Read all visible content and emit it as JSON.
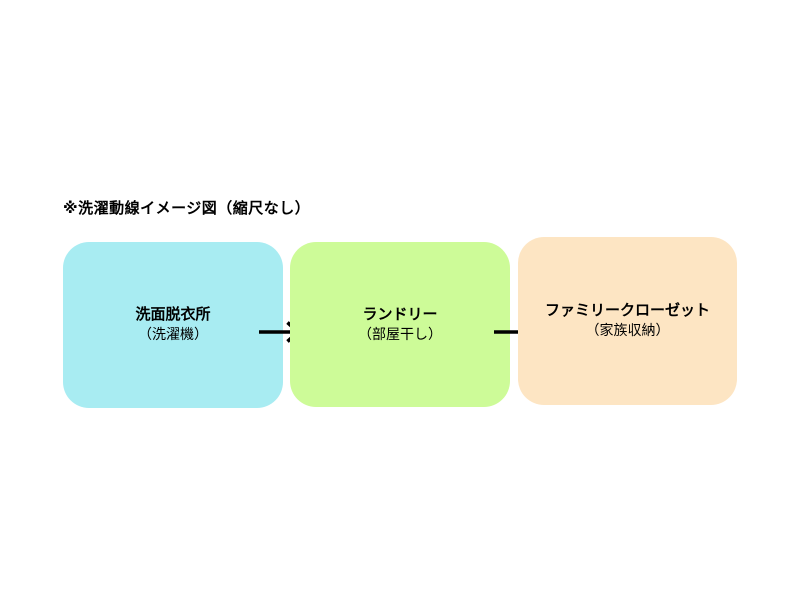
{
  "title": "※洗濯動線イメージ図（縮尺なし）",
  "colors": {
    "background": "#ffffff",
    "text": "#000000",
    "arrow": "#000000"
  },
  "diagram": {
    "nodes": [
      {
        "label": "洗面脱衣所",
        "sublabel": "（洗濯機）",
        "color": "#a8ecf2"
      },
      {
        "label": "ランドリー",
        "sublabel": "（部屋干し）",
        "color": "#cdfb98"
      },
      {
        "label": "ファミリークローゼット",
        "sublabel": "（家族収納）",
        "color": "#fde5c3"
      }
    ],
    "arrows": [
      {
        "name": "arrow-1",
        "from": "洗面脱衣所",
        "to": "ランドリー"
      },
      {
        "name": "arrow-2",
        "from": "ランドリー",
        "to": "ファミリークローゼット"
      }
    ]
  }
}
